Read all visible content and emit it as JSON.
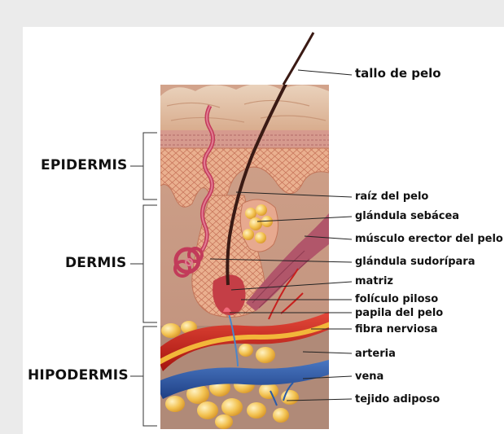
{
  "layers": {
    "epidermis": "EPIDERMIS",
    "dermis": "DERMIS",
    "hipodermis": "HIPODERMIS"
  },
  "parts": {
    "hair_shaft": "tallo de pelo",
    "hair_root": "raíz del pelo",
    "sebaceous_gland": "glándula sebácea",
    "erector_muscle": "músculo erector del pelo",
    "sweat_gland": "glándula sudorípara",
    "matrix": "matriz",
    "hair_follicle": "folículo piloso",
    "hair_papilla": "papila del pelo",
    "nerve_fiber": "fibra nerviosa",
    "artery": "arteria",
    "vein": "vena",
    "adipose_tissue": "tejido adiposo"
  },
  "colors": {
    "background": "#ebebeb",
    "card": "#ffffff",
    "skin_surface": "#e2bfa1",
    "epidermis_cells": "#e9a98a",
    "dermis": "#c99b86",
    "hypodermis": "#b8907c",
    "artery": "#c8201e",
    "vein": "#2a5ba8",
    "nerve": "#f2b73a",
    "fat": "#f4c45a",
    "hair": "#3a1a14",
    "muscle": "#b1566a"
  }
}
